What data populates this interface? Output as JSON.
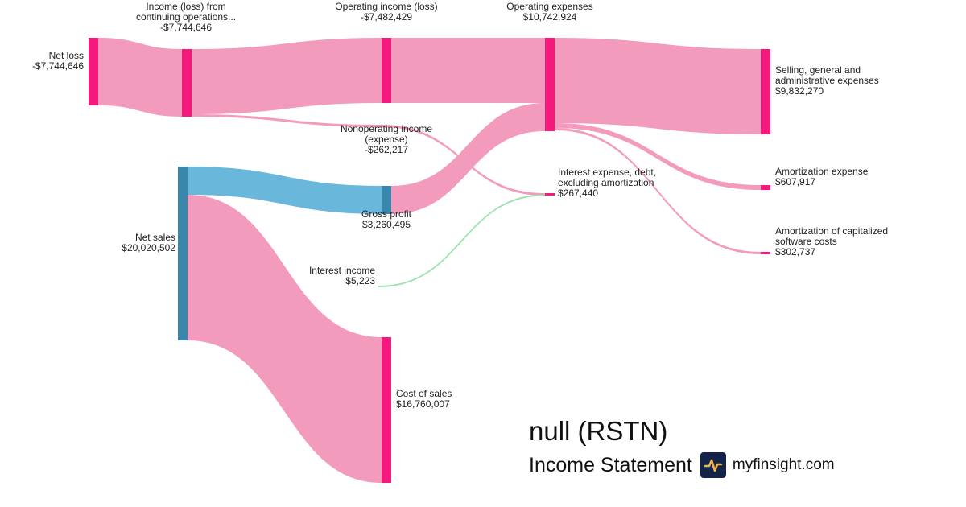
{
  "chart_data": {
    "type": "sankey",
    "title": "null (RSTN)",
    "subtitle": "Income Statement",
    "nodes": [
      {
        "id": "net_loss",
        "label": "Net loss",
        "value_text": "-$7,744,646",
        "value": -7744646
      },
      {
        "id": "cont_ops",
        "label": "Income (loss) from continuing operations...",
        "value_text": "-$7,744,646",
        "value": -7744646
      },
      {
        "id": "op_income",
        "label": "Operating income (loss)",
        "value_text": "-$7,482,429",
        "value": -7482429
      },
      {
        "id": "nonop",
        "label": "Nonoperating income (expense)",
        "value_text": "-$262,217",
        "value": -262217
      },
      {
        "id": "op_exp",
        "label": "Operating expenses",
        "value_text": "$10,742,924",
        "value": 10742924
      },
      {
        "id": "sga",
        "label": "Selling, general and administrative expenses",
        "value_text": "$9,832,270",
        "value": 9832270
      },
      {
        "id": "amort_exp",
        "label": "Amortization expense",
        "value_text": "$607,917",
        "value": 607917
      },
      {
        "id": "amort_sw",
        "label": "Amortization of capitalized software costs",
        "value_text": "$302,737",
        "value": 302737
      },
      {
        "id": "int_exp",
        "label": "Interest expense, debt, excluding amortization",
        "value_text": "$267,440",
        "value": 267440
      },
      {
        "id": "net_sales",
        "label": "Net sales",
        "value_text": "$20,020,502",
        "value": 20020502
      },
      {
        "id": "gross_profit",
        "label": "Gross profit",
        "value_text": "$3,260,495",
        "value": 3260495
      },
      {
        "id": "int_income",
        "label": "Interest income",
        "value_text": "$5,223",
        "value": 5223
      },
      {
        "id": "cost_sales",
        "label": "Cost of sales",
        "value_text": "$16,760,007",
        "value": 16760007
      }
    ],
    "links": [
      {
        "source": "net_loss",
        "target": "cont_ops",
        "value": 7744646,
        "kind": "loss"
      },
      {
        "source": "cont_ops",
        "target": "op_income",
        "value": 7482429,
        "kind": "loss"
      },
      {
        "source": "cont_ops",
        "target": "nonop",
        "value": 262217,
        "kind": "loss"
      },
      {
        "source": "op_income",
        "target": "op_exp",
        "value": 7482429,
        "kind": "loss"
      },
      {
        "source": "gross_profit",
        "target": "op_exp",
        "value": 3260495,
        "kind": "loss"
      },
      {
        "source": "op_exp",
        "target": "sga",
        "value": 9832270,
        "kind": "loss"
      },
      {
        "source": "op_exp",
        "target": "amort_exp",
        "value": 607917,
        "kind": "loss"
      },
      {
        "source": "op_exp",
        "target": "amort_sw",
        "value": 302737,
        "kind": "loss"
      },
      {
        "source": "nonop",
        "target": "int_exp",
        "value": 262217,
        "kind": "loss"
      },
      {
        "source": "int_income",
        "target": "int_exp",
        "value": 5223,
        "kind": "income"
      },
      {
        "source": "net_sales",
        "target": "gross_profit",
        "value": 3260495,
        "kind": "revenue"
      },
      {
        "source": "net_sales",
        "target": "cost_sales",
        "value": 16760007,
        "kind": "loss"
      }
    ],
    "colors": {
      "loss_node": "#f5197e",
      "loss_link": "#f39bbd",
      "revenue_node": "#3a87ad",
      "revenue_link": "#6ab7dc",
      "income_link": "#9be3ae"
    }
  },
  "footer": {
    "company": "null (RSTN)",
    "statement": "Income Statement",
    "site": "myfinsight.com",
    "logo_icon": "pulse-icon",
    "logo_bg": "#13234a",
    "logo_fg": "#f0b44c"
  }
}
